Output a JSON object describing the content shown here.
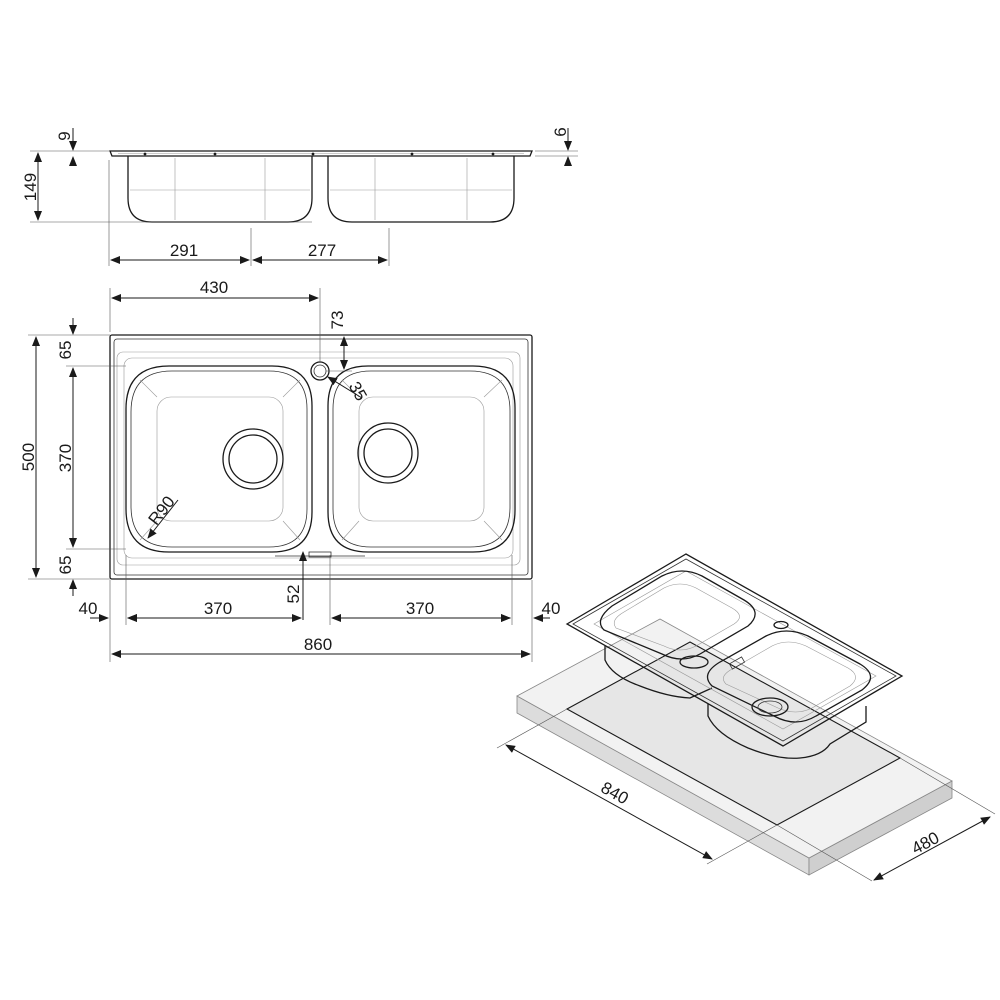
{
  "colors": {
    "line": "#1a1a1a",
    "faint": "#9a9a9a",
    "counter_side": "#dcdcdc",
    "counter_top": "#f2f2f2",
    "cutout": "#e6e6e6"
  },
  "side_view": {
    "rim_thickness": "9",
    "edge_height": "6",
    "depth": "149",
    "bowl_left_offset": "291",
    "bowl_spacing": "277"
  },
  "plan_view": {
    "tap_hole_offset": "430",
    "tap_hole_from_back": "73",
    "tap_hole_diameter": "35",
    "back_margin": "65",
    "bowl_depth": "370",
    "overall_depth": "500",
    "front_margin": "65",
    "corner_radius": "R90",
    "drain_offset": "52",
    "left_margin": "40",
    "bowl_width_left": "370",
    "bowl_width_right": "370",
    "right_margin": "40",
    "overall_width": "860"
  },
  "cutout_view": {
    "cutout_width": "840",
    "cutout_depth": "480"
  }
}
